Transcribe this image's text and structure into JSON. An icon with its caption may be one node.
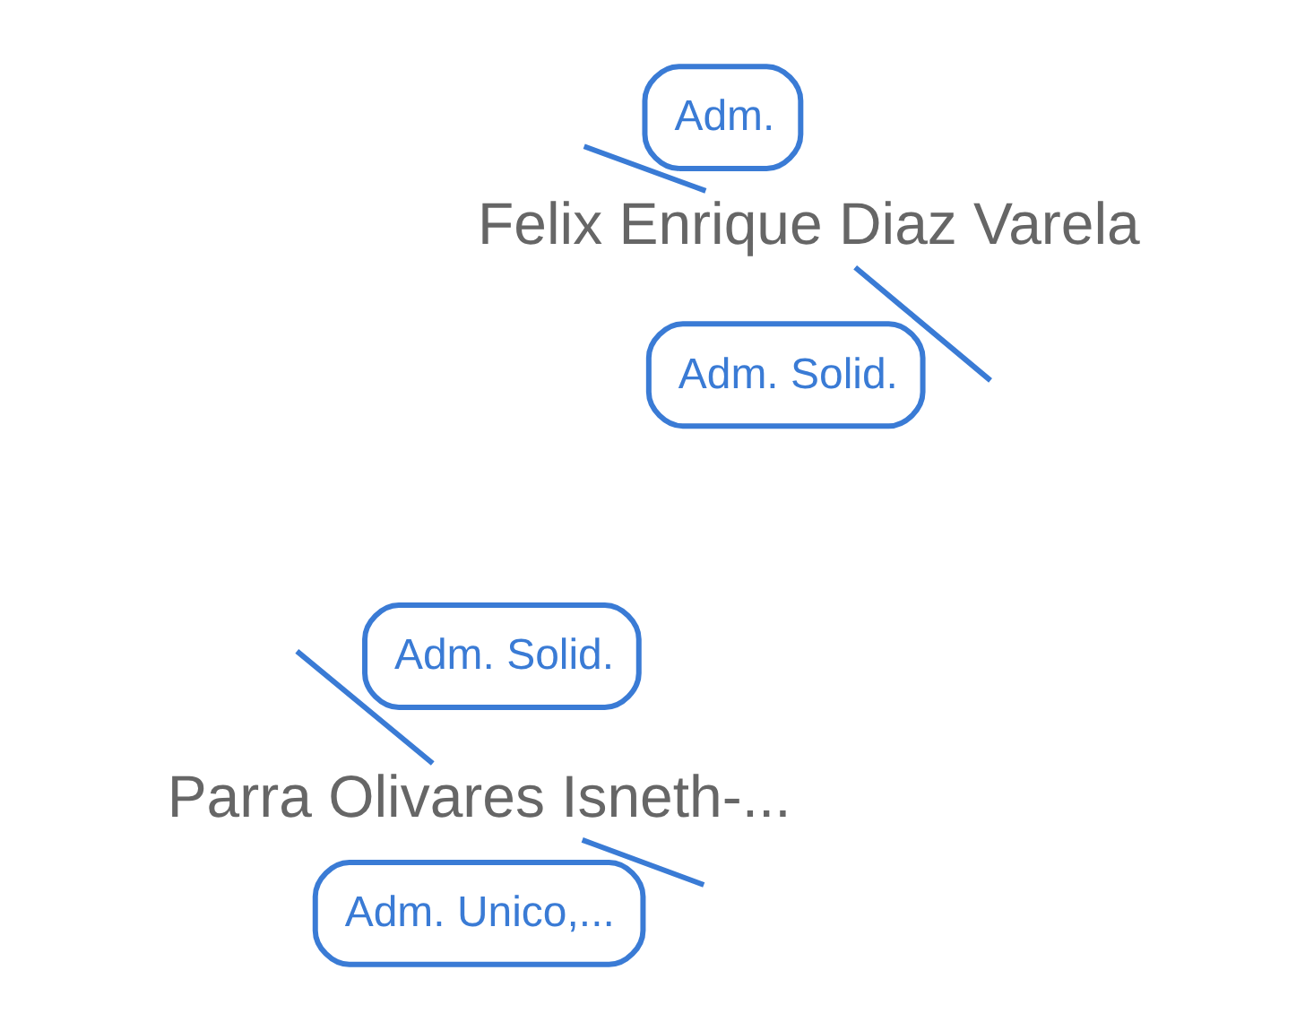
{
  "diagram": {
    "nodes": [
      {
        "text": [
          "Parra Olivares Isneth-..."
        ]
      },
      {
        "text": [
          "Felix Enrique Diaz Varela"
        ]
      }
    ],
    "edges": [
      {
        "from": null,
        "to": 0,
        "label": "Adm. Solid.",
        "arrow": "none"
      },
      {
        "from": null,
        "to": 1,
        "label": "Adm. Solid.",
        "arrow": "none"
      },
      {
        "from": 1,
        "to": null,
        "label": "Adm.",
        "arrow": "none"
      },
      {
        "from": 0,
        "to": null,
        "label": "Adm. Unico,...",
        "arrow": "none"
      }
    ]
  }
}
